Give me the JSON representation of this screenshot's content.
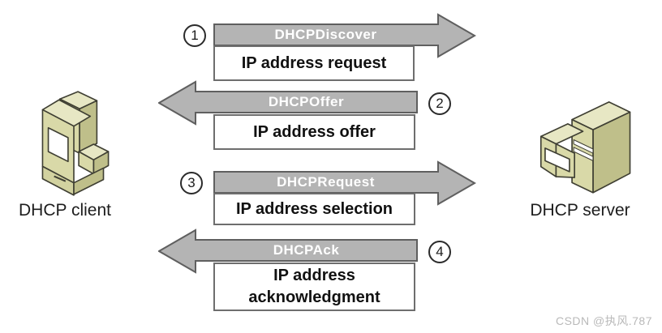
{
  "diagram": {
    "title_implicit": "DHCP DORA exchange",
    "client": {
      "label": "DHCP client"
    },
    "server": {
      "label": "DHCP server"
    },
    "messages": [
      {
        "step": "1",
        "name": "DHCPDiscover",
        "description": "IP address request",
        "direction": "client-to-server"
      },
      {
        "step": "2",
        "name": "DHCPOffer",
        "description": "IP address offer",
        "direction": "server-to-client"
      },
      {
        "step": "3",
        "name": "DHCPRequest",
        "description": "IP address selection",
        "direction": "client-to-server"
      },
      {
        "step": "4",
        "name": "DHCPAck",
        "description": "IP address acknowledgment",
        "direction": "server-to-client"
      }
    ],
    "colors": {
      "arrow_fill": "#b4b4b4",
      "arrow_border": "#5f5f5f",
      "box_border": "#6e6e6e",
      "device_front": "#d9d9a8",
      "device_side": "#bfbf8a",
      "device_top": "#e7e7c4",
      "device_outline": "#3f3f33"
    },
    "watermark": "CSDN @执风.787"
  }
}
